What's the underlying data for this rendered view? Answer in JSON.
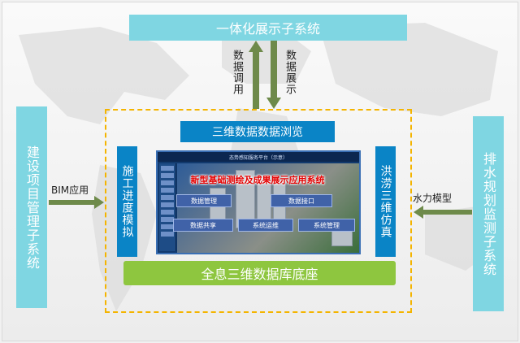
{
  "top_box": {
    "label": "一体化展示子系统"
  },
  "arrows_vertical": {
    "left_label": "数据调用",
    "right_label": "数据展示"
  },
  "left_box": {
    "label": "建设项目管理子系统"
  },
  "right_box": {
    "label": "排水规划监测子系统"
  },
  "left_arrow_label": "BIM应用",
  "right_arrow_label": "水力模型",
  "browse_box": {
    "label": "三维数据数据浏览"
  },
  "construction_box": {
    "label": "施工进度模拟"
  },
  "flood_box": {
    "label": "洪涝三维仿真"
  },
  "base_box": {
    "label": "全息三维数据库底座"
  },
  "screen": {
    "topbar": "态势感知服务平台（示意）",
    "title": "新型基础测绘及成果展示应用系统",
    "buttons": [
      "数据管理",
      "数据接口",
      "数据共享",
      "系统运维",
      "系统管理"
    ]
  },
  "colors": {
    "cyan": "#7fd6e2",
    "blue": "#0a84c6",
    "green": "#8ec63f",
    "arrow": "#6e8a4a",
    "dashed_border": "#f4b400",
    "title_red": "#e40000"
  }
}
